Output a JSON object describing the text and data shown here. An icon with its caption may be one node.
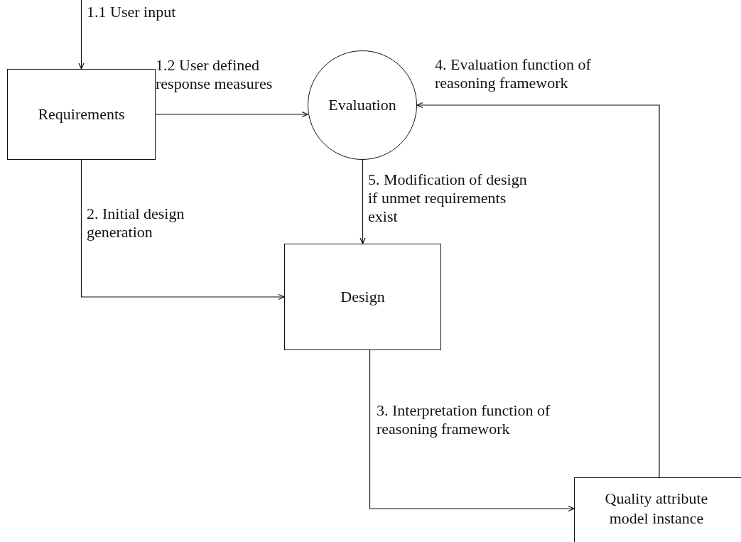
{
  "diagram": {
    "nodes": [
      {
        "text": [
          "Requirements"
        ]
      },
      {
        "text": [
          "Evaluation"
        ]
      },
      {
        "text": [
          "Design"
        ]
      },
      {
        "text": [
          "Quality attribute model instance"
        ]
      }
    ],
    "edges": [
      {
        "from": null,
        "to": 0,
        "arrow": "to",
        "label": "1.1 User input"
      },
      {
        "from": 0,
        "to": 1,
        "arrow": "to",
        "label": "1.2 User defined response measures"
      },
      {
        "from": 0,
        "to": 2,
        "arrow": "to",
        "label": "2. Initial design generation"
      },
      {
        "from": 2,
        "to": 3,
        "arrow": "to",
        "label": "3. Interpretation function of reasoning framework"
      },
      {
        "from": 3,
        "to": 1,
        "arrow": "to",
        "label": "4. Evaluation function of reasoning framework"
      },
      {
        "from": 1,
        "to": 2,
        "arrow": "to",
        "label": "5. Modification of design if unmet requirements exist"
      }
    ]
  }
}
